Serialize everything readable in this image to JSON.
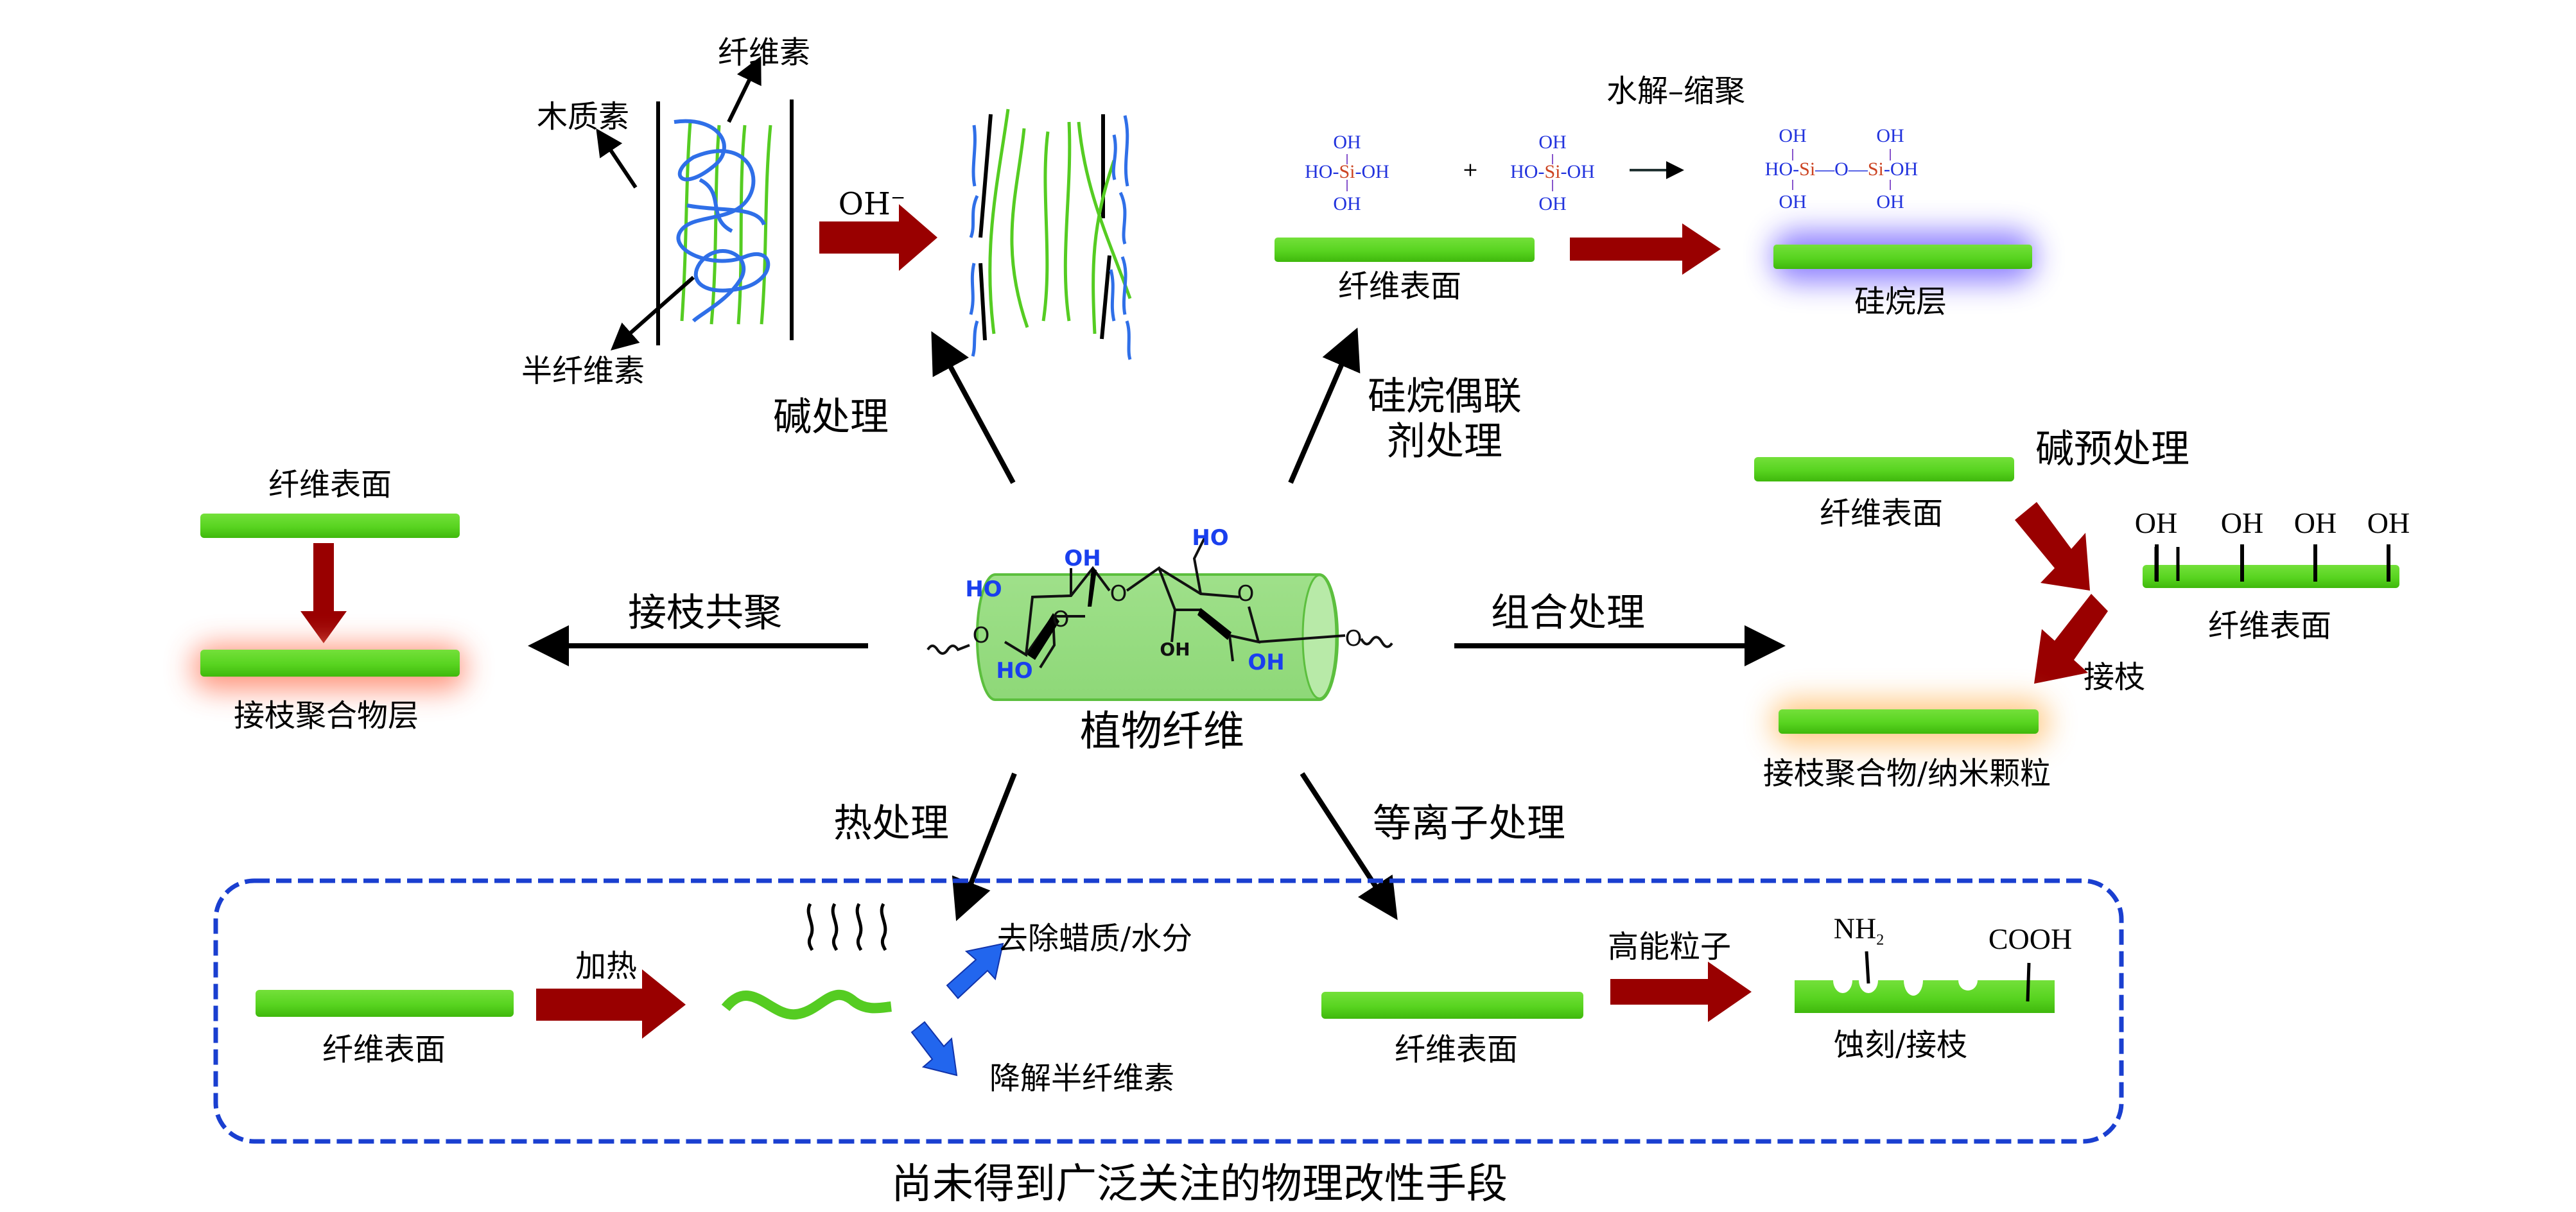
{
  "colors": {
    "fiber_green": "#52d31e",
    "process_arrow": "#990000",
    "guide_arrow": "#000000",
    "lignin_blue": "#2f6fe8",
    "chem_blue": "#2233dd",
    "silicon": "#cc4422",
    "silane_glow": "#8a7cff",
    "polymer_glow": "#ff8a70",
    "nano_glow": "#ffcc80",
    "dashed_box": "#1a3fd0"
  },
  "center": {
    "label": "植物纤维",
    "molecule_labels": [
      "HO",
      "OH",
      "HO",
      "HO",
      "OH",
      "OH",
      "O",
      "O",
      "O",
      "O",
      "O"
    ]
  },
  "alkali": {
    "method_label": "碱处理",
    "cellulose_label": "纤维素",
    "lignin_label": "木质素",
    "hemicellulose_label": "半纤维素",
    "reagent_label": "OH",
    "reagent_charge": "−"
  },
  "silane": {
    "method_label_line1": "硅烷偶联",
    "method_label_line2": "剂处理",
    "reaction_label": "水解–缩聚",
    "surface_label": "纤维表面",
    "layer_label": "硅烷层",
    "plus": "+",
    "atoms": {
      "oh": "OH",
      "ho": "HO",
      "si": "Si",
      "o": "O",
      "dash": "-"
    }
  },
  "graft": {
    "method_label": "接枝共聚",
    "surface_label": "纤维表面",
    "layer_label": "接枝聚合物层"
  },
  "combined": {
    "method_label": "组合处理",
    "surface_label": "纤维表面",
    "pretreat_label": "碱预处理",
    "hydroxyls": [
      "OH",
      "OH",
      "OH",
      "OH"
    ],
    "surface2_label": "纤维表面",
    "graft_step_label": "接枝",
    "result_label": "接枝聚合物/纳米颗粒"
  },
  "heat": {
    "method_label": "热处理",
    "surface_label": "纤维表面",
    "heat_label": "加热",
    "effect1": "去除蜡质/水分",
    "effect2": "降解半纤维素"
  },
  "plasma": {
    "method_label": "等离子处理",
    "surface_label": "纤维表面",
    "particle_label": "高能粒子",
    "group1": "NH",
    "group1_sub": "2",
    "group2": "COOH",
    "result_label": "蚀刻/接枝"
  },
  "physical_box": {
    "caption": "尚未得到广泛关注的物理改性手段"
  }
}
